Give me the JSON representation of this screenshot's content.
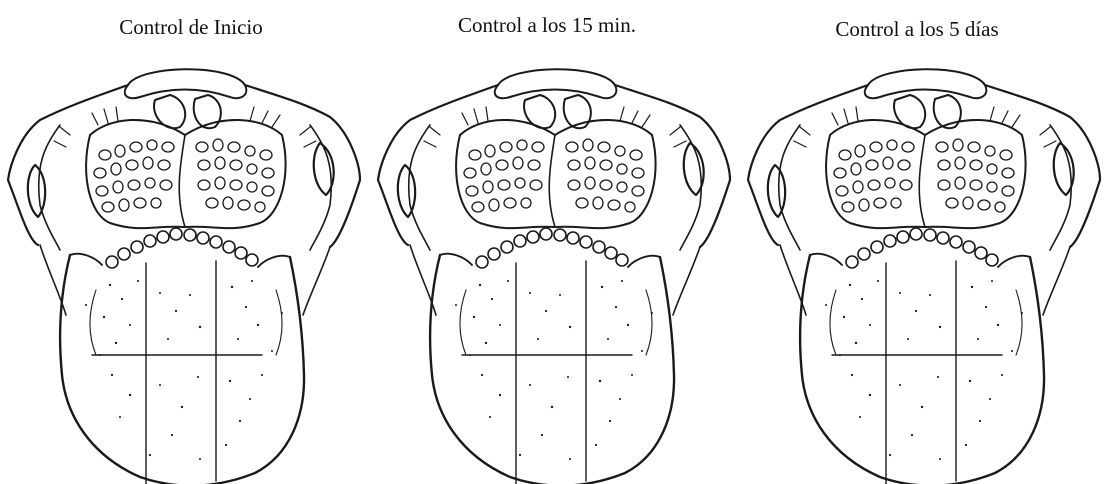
{
  "panels": [
    {
      "title": "Control de Inicio"
    },
    {
      "title": "Control a los 15 min."
    },
    {
      "title": "Control a los 5 días"
    }
  ]
}
